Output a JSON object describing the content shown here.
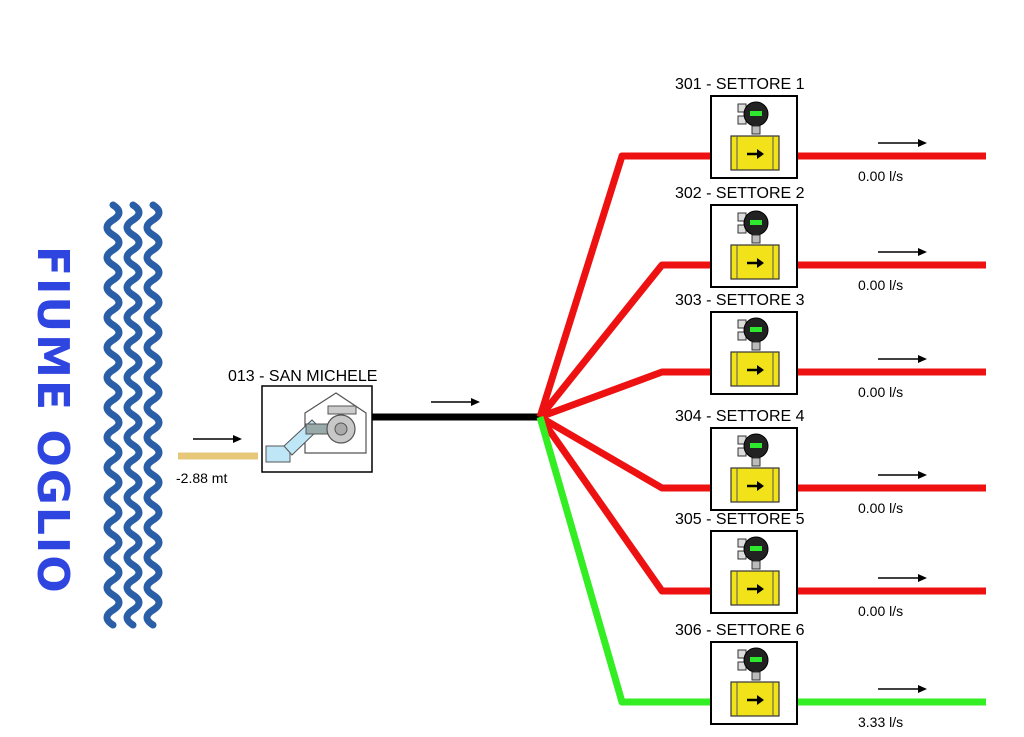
{
  "river": {
    "name": "FIUME OGLIO",
    "level_label": "-2.88 mt",
    "wave_color": "#2a5fa8"
  },
  "station": {
    "label": "013 - SAN MICHELE",
    "icon": "pump-station-icon"
  },
  "colors": {
    "inactive": "#ee1111",
    "active": "#33ee22",
    "main_pipe": "#000000",
    "intake_pipe": "#e6c878",
    "meter_body": "#f2e21a"
  },
  "sectors": [
    {
      "label": "301 - SETTORE 1",
      "flow": "0.00 l/s",
      "status": "inactive"
    },
    {
      "label": "302 - SETTORE 2",
      "flow": "0.00 l/s",
      "status": "inactive"
    },
    {
      "label": "303 - SETTORE 3",
      "flow": "0.00 l/s",
      "status": "inactive"
    },
    {
      "label": "304 - SETTORE 4",
      "flow": "0.00 l/s",
      "status": "inactive"
    },
    {
      "label": "305 - SETTORE 5",
      "flow": "0.00 l/s",
      "status": "inactive"
    },
    {
      "label": "306 - SETTORE 6",
      "flow": "3.33 l/s",
      "status": "active"
    }
  ]
}
